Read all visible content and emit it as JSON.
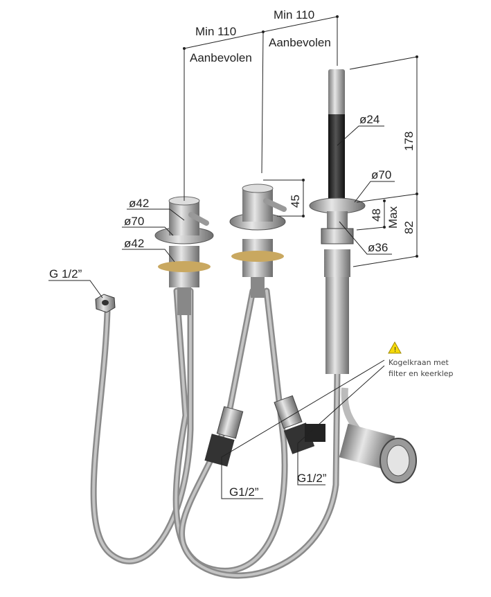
{
  "labels": {
    "min_110_right": "Min 110",
    "min_110_left": "Min 110",
    "recommended_left": "Aanbevolen",
    "recommended_right": "Aanbevolen",
    "mixer1_top_diameter": "ø42",
    "mixer1_flange_diameter": "ø70",
    "mixer1_base_diameter": "ø42",
    "mixer2_height": "45",
    "handshower_diameter": "ø24",
    "handshower_length": "178",
    "handshower_flange_diameter": "ø70",
    "handshower_mount_height": "48",
    "handshower_max": "Max",
    "handshower_total": "82",
    "handshower_base_diameter": "ø36",
    "hose_connection": "G 1/2”",
    "valve1_connection": "G1/2”",
    "valve2_connection": "G1/2”",
    "valve_note_line1": "Kogelkraan met",
    "valve_note_line2": "filter en keerklep"
  },
  "icons": {
    "warning": "warning-triangle-icon"
  },
  "colors": {
    "warning": "#f5d90a",
    "metal": "#a8a8a8",
    "black": "#222222"
  }
}
